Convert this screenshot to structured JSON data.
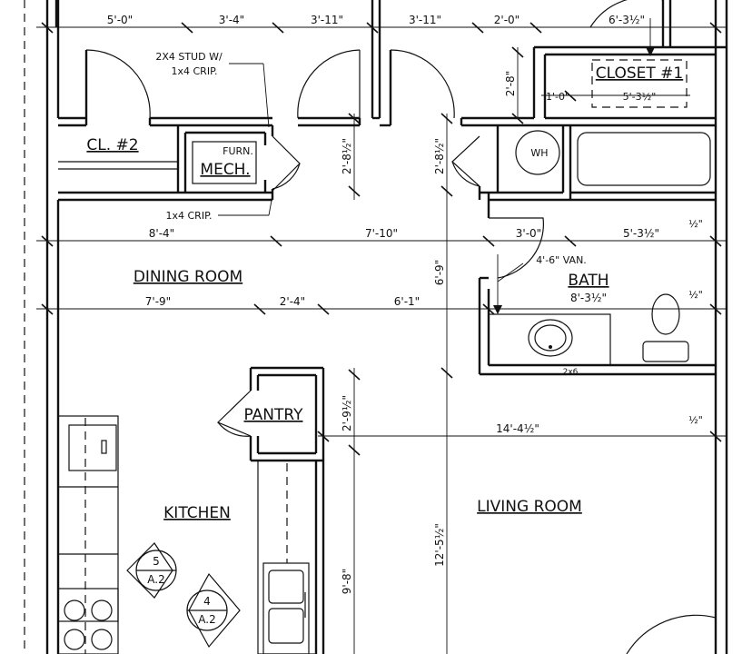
{
  "rooms": {
    "dining": "DINING ROOM",
    "kitchen": "KITCHEN",
    "living": "LIVING ROOM",
    "bath": "BATH",
    "pantry": "PANTRY",
    "closet1": "CLOSET #1",
    "closet2": "CL. #2",
    "mech": "MECH.",
    "furn": "FURN."
  },
  "fixtures": {
    "water_heater": "WH",
    "vanity": "4'-6\" VAN."
  },
  "notes": {
    "stud_line1": "2X4 STUD W/",
    "stud_line2": "1x4 CRIP.",
    "crip": "1x4 CRIP.",
    "stud_size": "2x6"
  },
  "dimensions": {
    "top_1": "5'-0\"",
    "top_2": "3'-4\"",
    "top_3": "3'-11\"",
    "top_4": "3'-11\"",
    "top_5": "2'-0\"",
    "top_6": "6'-3½\"",
    "closet_v": "2'-8\"",
    "closet_1_0": "1'-0\"",
    "closet_w": "5'-3½\"",
    "door_a": "2'-8½\"",
    "door_b": "2'-8½\"",
    "row1_a": "8'-4\"",
    "row1_b": "7'-10\"",
    "row1_c": "3'-0\"",
    "row1_d": "5'-3½\"",
    "half1": "½\"",
    "v_6_9": "6'-9\"",
    "bath_w": "8'-3½\"",
    "half2": "½\"",
    "row2_a": "7'-9\"",
    "row2_b": "2'-4\"",
    "row2_c": "6'-1\"",
    "pantry_v": "2'-9½\"",
    "row3_a": "14'-4½\"",
    "half3": "½\"",
    "v_9_8": "9'-8\"",
    "v_12_5": "12'-5½\""
  },
  "section_markers": [
    {
      "number": "5",
      "sheet": "A.2"
    },
    {
      "number": "4",
      "sheet": "A.2"
    }
  ]
}
